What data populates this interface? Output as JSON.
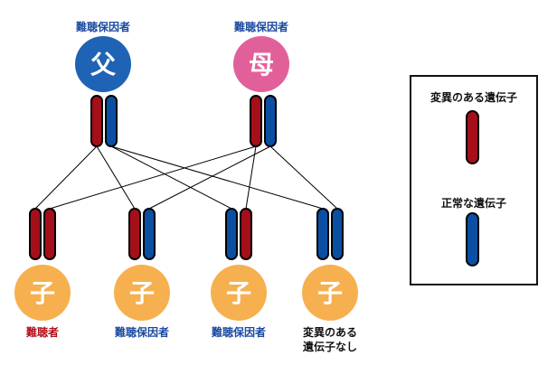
{
  "colors": {
    "variant_gene": "#a50f1a",
    "normal_gene": "#0b4fa3",
    "father_circle": "#1f63b4",
    "mother_circle": "#e2609a",
    "child_circle": "#f6b04f",
    "label_blue": "#1b4aa0",
    "label_red": "#b10f1a",
    "label_black": "#111111"
  },
  "parents": {
    "father": {
      "circle_text": "父",
      "label": "難聴保因者",
      "genes": [
        "variant",
        "normal"
      ]
    },
    "mother": {
      "circle_text": "母",
      "label": "難聴保因者",
      "genes": [
        "variant",
        "normal"
      ]
    }
  },
  "children": [
    {
      "circle_text": "子",
      "label_lines": [
        "難聴者"
      ],
      "label_color": "red",
      "genes": [
        "variant",
        "variant"
      ]
    },
    {
      "circle_text": "子",
      "label_lines": [
        "難聴保因者"
      ],
      "label_color": "blue",
      "genes": [
        "variant",
        "normal"
      ]
    },
    {
      "circle_text": "子",
      "label_lines": [
        "難聴保因者"
      ],
      "label_color": "blue",
      "genes": [
        "normal",
        "variant"
      ]
    },
    {
      "circle_text": "子",
      "label_lines": [
        "変異のある",
        "遺伝子なし"
      ],
      "label_color": "black",
      "genes": [
        "normal",
        "normal"
      ]
    }
  ],
  "legend": {
    "variant_label": "変異のある遺伝子",
    "normal_label": "正常な遺伝子"
  }
}
